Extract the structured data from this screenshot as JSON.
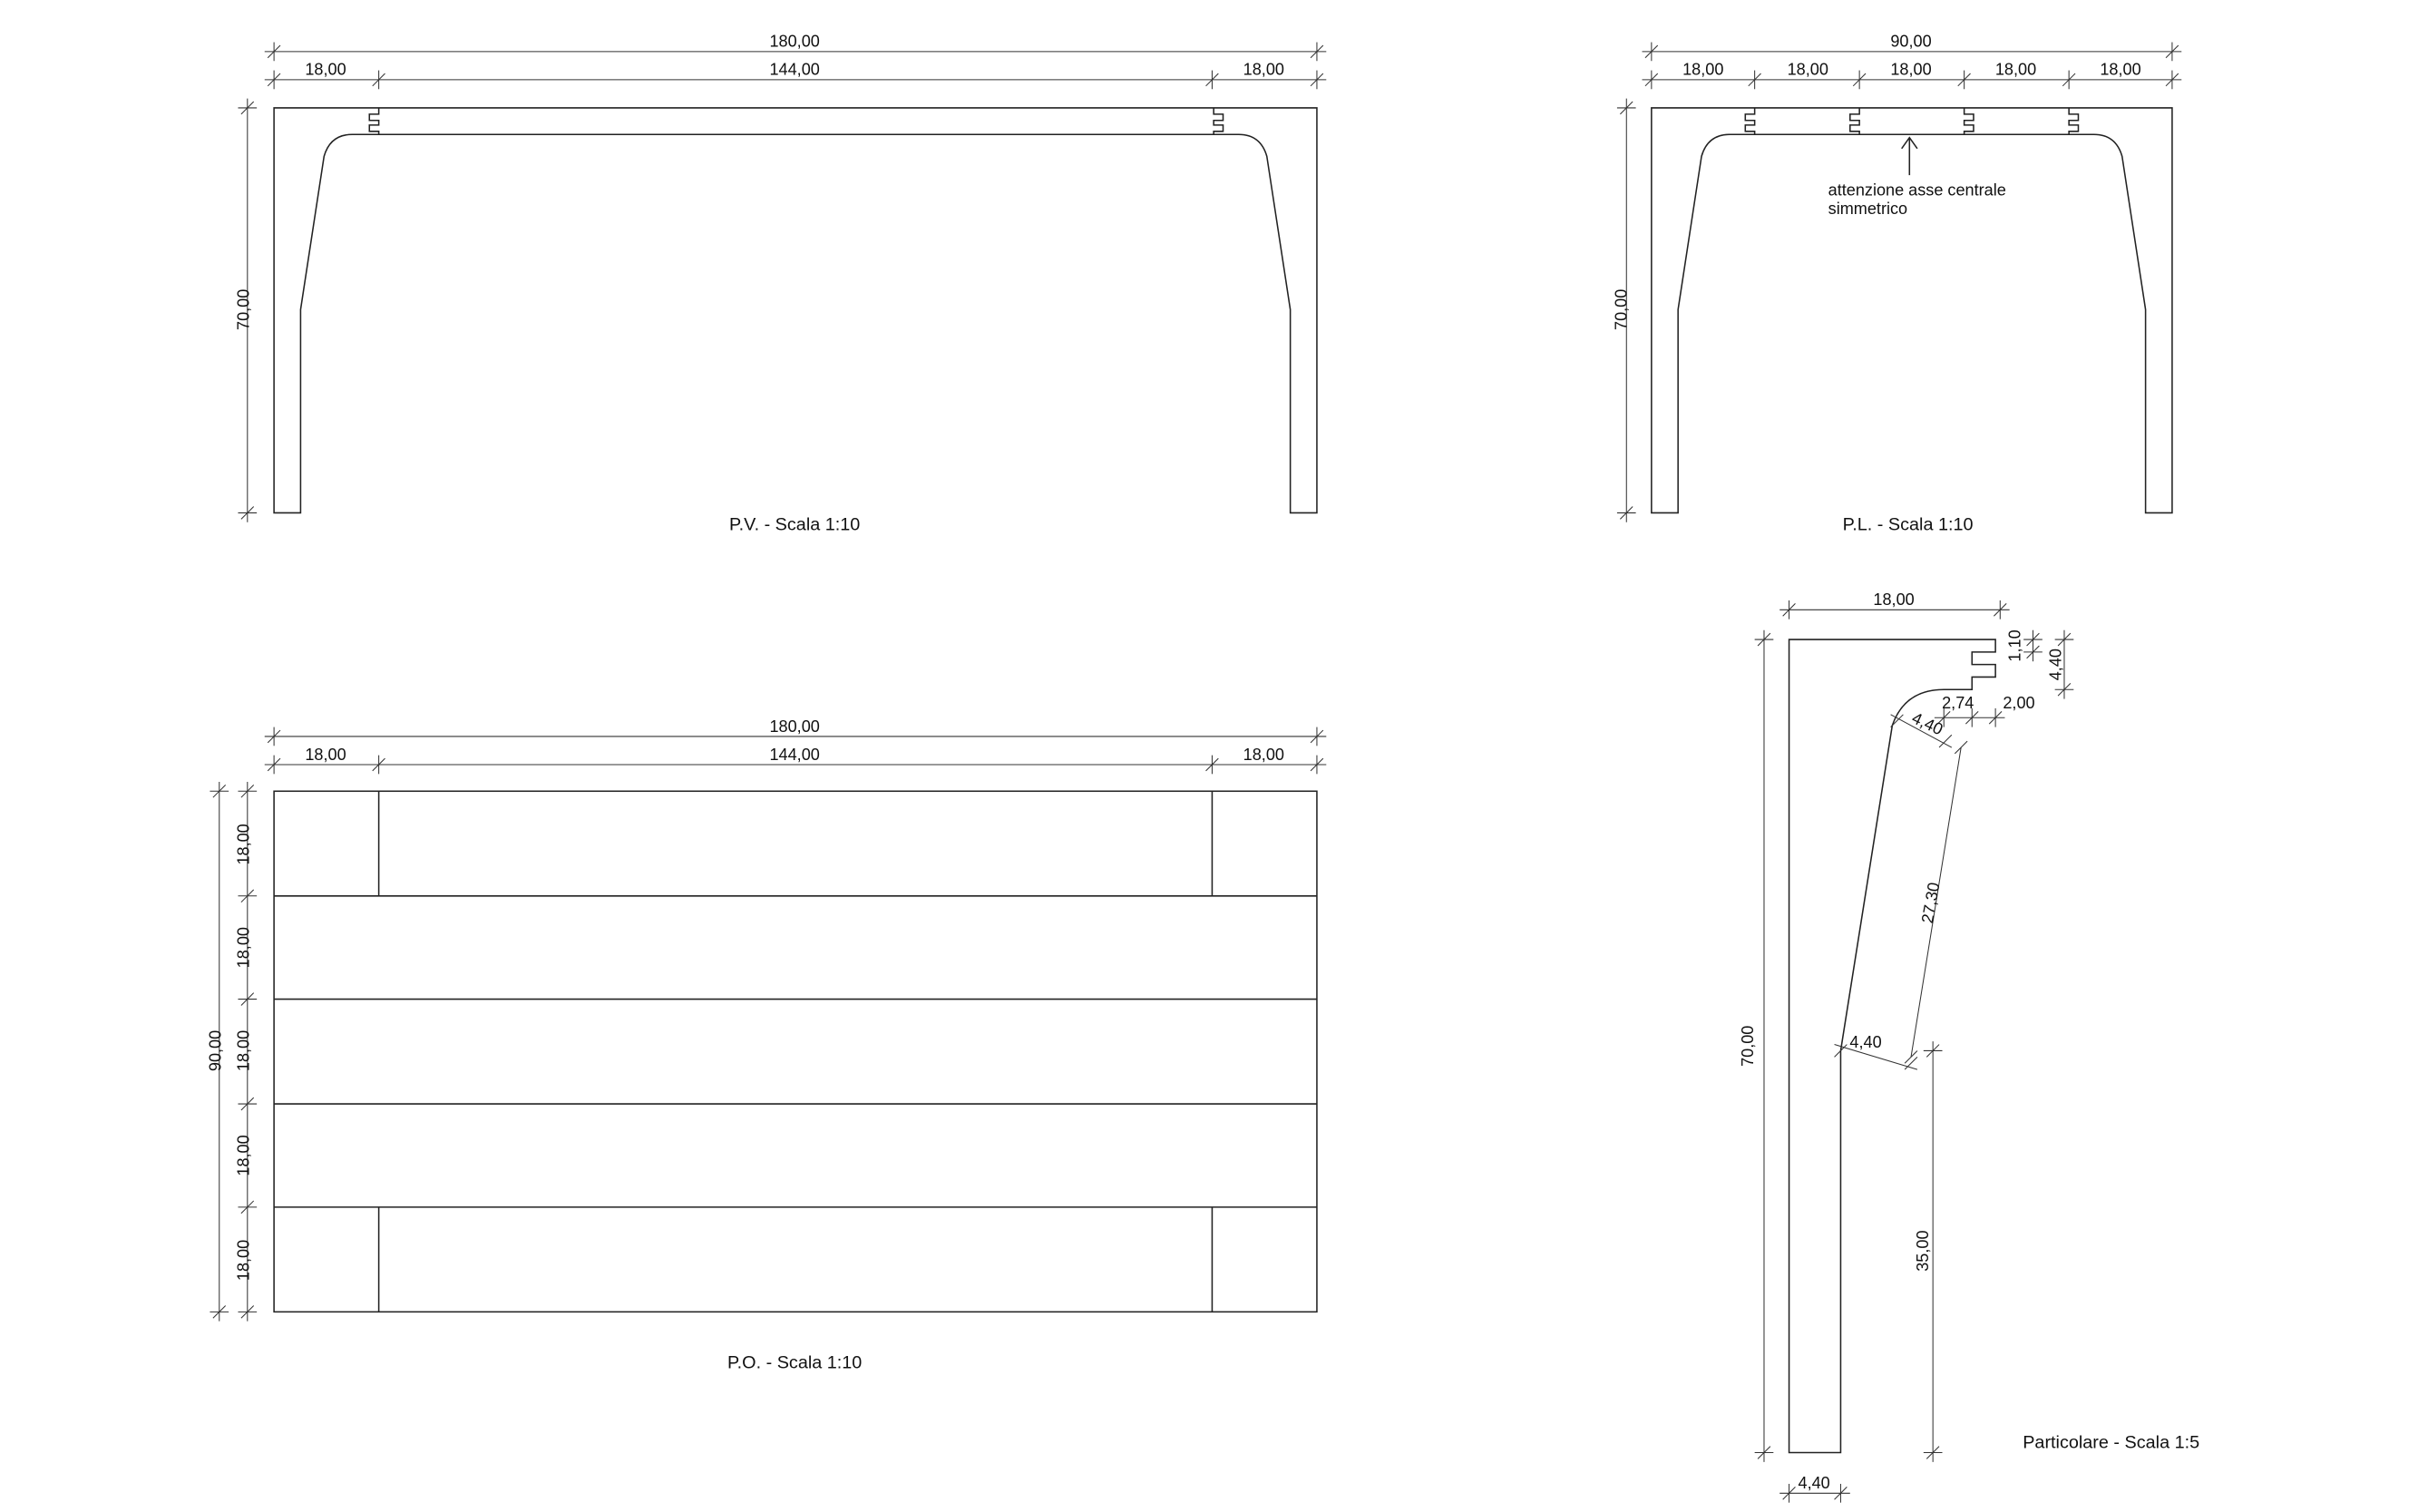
{
  "views": {
    "front": {
      "title": "P.V. - Scala 1:10",
      "total": "180,00",
      "left": "18,00",
      "middle": "144,00",
      "right": "18,00",
      "height": "70,00"
    },
    "side": {
      "title": "P.L. - Scala 1:10",
      "total": "90,00",
      "segments": [
        "18,00",
        "18,00",
        "18,00",
        "18,00",
        "18,00"
      ],
      "height": "70,00",
      "note": [
        "attenzione asse centrale",
        "simmetrico"
      ]
    },
    "plan": {
      "title": "P.O. - Scala 1:10",
      "total": "180,00",
      "left": "18,00",
      "middle": "144,00",
      "right": "18,00",
      "depth": "90,00",
      "rows": [
        "18,00",
        "18,00",
        "18,00",
        "18,00",
        "18,00"
      ]
    },
    "detail": {
      "title": "Particolare - Scala 1:5",
      "width": "18,00",
      "height": "70,00",
      "joint_top": "1,10",
      "joint_height": "4,40",
      "offset_a": "2,74",
      "offset_b": "2,00",
      "arc_width": "4,40",
      "slant_length": "27,30",
      "slant_base": "4,40",
      "leg_height": "35,00",
      "leg_width": "4,40"
    }
  }
}
